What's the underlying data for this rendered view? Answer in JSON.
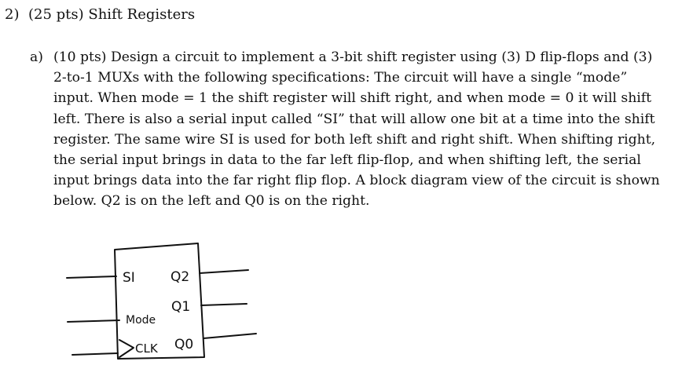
{
  "question": {
    "number": "2)",
    "title": "(25 pts) Shift Registers"
  },
  "part_a": {
    "label": "a)",
    "lines": [
      "(10 pts) Design a circuit to implement a 3-bit shift register using (3) D flip-flops and (3)",
      "2-to-1 MUXs with the following specifications: The circuit will have a single “mode”",
      "input. When mode = 1 the shift register will shift right, and when mode = 0 it will shift",
      "left. There is also a serial input called “SI” that will allow one bit at a time into the shift",
      "register. The same wire SI is used for both left shift and right shift. When shifting right,",
      "the serial input brings in data to the far left flip-flop, and when shifting left, the serial",
      "input brings data into the far right flip flop. A block diagram view of the circuit is shown",
      "below. Q2 is on the left and Q0 is on the right."
    ]
  },
  "diagram": {
    "inputs": [
      "SI",
      "Mode",
      "CLK"
    ],
    "outputs": [
      "Q2",
      "Q1",
      "Q0"
    ]
  }
}
